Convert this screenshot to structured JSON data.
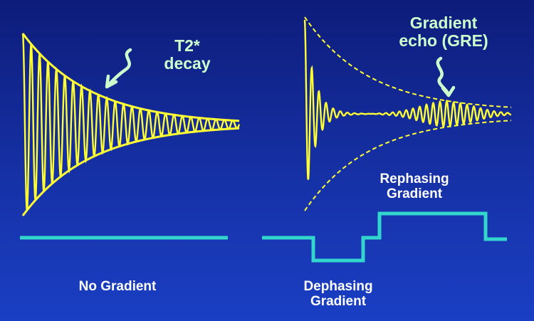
{
  "labels": {
    "t2_decay": [
      "T2*",
      "decay"
    ],
    "gradient_echo": [
      "Gradient",
      "echo (GRE)"
    ],
    "rephasing": [
      "Rephasing",
      "Gradient"
    ],
    "no_gradient": "No Gradient",
    "dephasing": [
      "Dephasing",
      "Gradient"
    ]
  },
  "colors": {
    "signal": "#ffff33",
    "gradient": "#33d6cc",
    "accent_text": "#ccffcc",
    "text": "#ffffff"
  }
}
